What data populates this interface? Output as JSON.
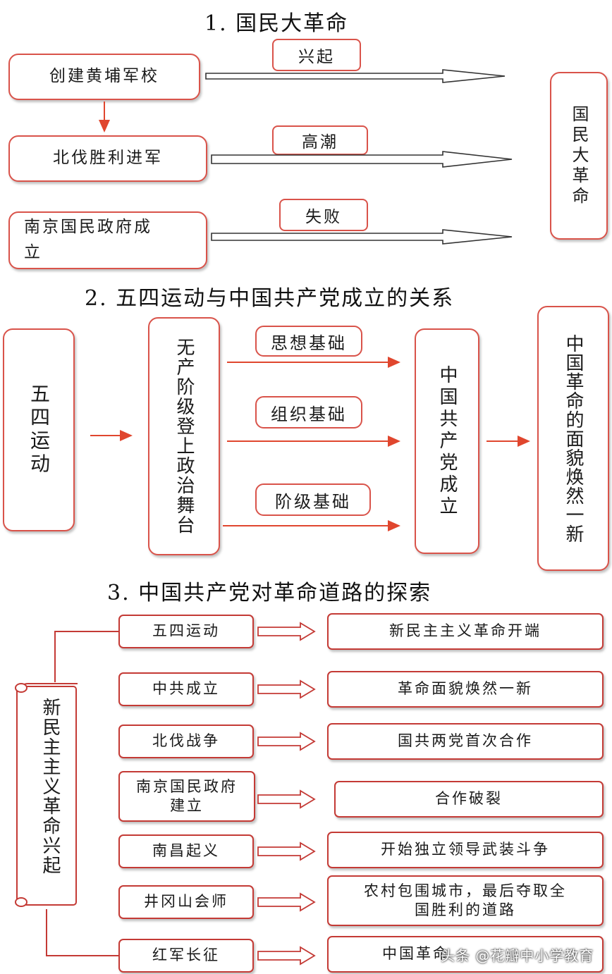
{
  "section1": {
    "title": "1. 国民大革命",
    "events": [
      "创建黄埔军校",
      "北伐胜利进军",
      "南京国民政府成立"
    ],
    "stages": [
      "兴起",
      "高潮",
      "失败"
    ],
    "result": "国民大革命",
    "colors": {
      "border": "#d9534a"
    }
  },
  "section2": {
    "title": "2. 五四运动与中国共产党成立的关系",
    "start": "五四运动",
    "middle": "无产阶级登上政治舞台",
    "foundations": [
      "思想基础",
      "组织基础",
      "阶级基础"
    ],
    "party": "中国共产党成立",
    "result": "中国革命的面貌焕然一新"
  },
  "section3": {
    "title": "3. 中国共产党对革命道路的探索",
    "scroll_label": "新民主主义革命兴起",
    "rows": [
      {
        "event": "五四运动",
        "result": "新民主主义革命开端"
      },
      {
        "event": "中共成立",
        "result": "革命面貌焕然一新"
      },
      {
        "event": "北伐战争",
        "result": "国共两党首次合作"
      },
      {
        "event": "南京国民政府建立",
        "result": "合作破裂"
      },
      {
        "event": "南昌起义",
        "result": "开始独立领导武装斗争"
      },
      {
        "event": "井冈山会师",
        "result": "农村包围城市，最后夺取全国胜利的道路"
      },
      {
        "event": "红军长征",
        "result": "中国革命"
      }
    ]
  },
  "watermark": "头条 @花瓣中小学教育"
}
